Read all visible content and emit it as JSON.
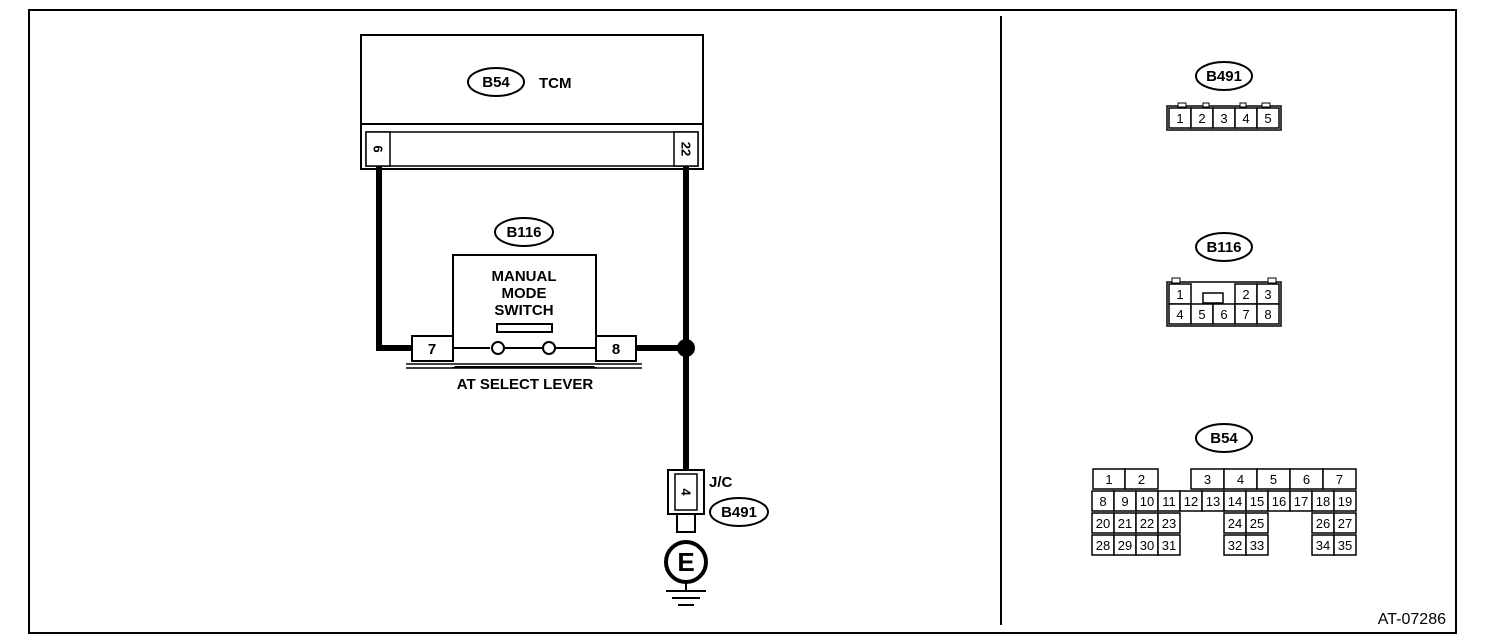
{
  "diagram": {
    "code": "AT-07286",
    "tcm": {
      "connector": "B54",
      "name": "TCM",
      "pin_left": "6",
      "pin_right": "22"
    },
    "switch": {
      "connector": "B116",
      "name_lines": [
        "MANUAL",
        "MODE",
        "SWITCH"
      ],
      "pin_left": "7",
      "pin_right": "8",
      "location": "AT SELECT LEVER"
    },
    "junction": {
      "label": "J/C",
      "connector": "B491",
      "pin": "4"
    },
    "ground": {
      "symbol": "E"
    }
  },
  "connectors": [
    {
      "name": "B491",
      "rows": [
        [
          "1",
          "2",
          "3",
          "4",
          "5"
        ]
      ]
    },
    {
      "name": "B116",
      "rows": [
        [
          "1",
          "",
          "2",
          "3"
        ],
        [
          "4",
          "5",
          "6",
          "7",
          "8"
        ]
      ]
    },
    {
      "name": "B54",
      "rows": [
        [
          "1",
          "2",
          "3",
          "4",
          "5",
          "6",
          "7"
        ],
        [
          "8",
          "9",
          "10",
          "11",
          "12",
          "13",
          "14",
          "15",
          "16",
          "17",
          "18",
          "19"
        ],
        [
          "20",
          "21",
          "22",
          "23",
          "24",
          "25",
          "26",
          "27"
        ],
        [
          "28",
          "29",
          "30",
          "31",
          "32",
          "33",
          "34",
          "35"
        ]
      ]
    }
  ]
}
